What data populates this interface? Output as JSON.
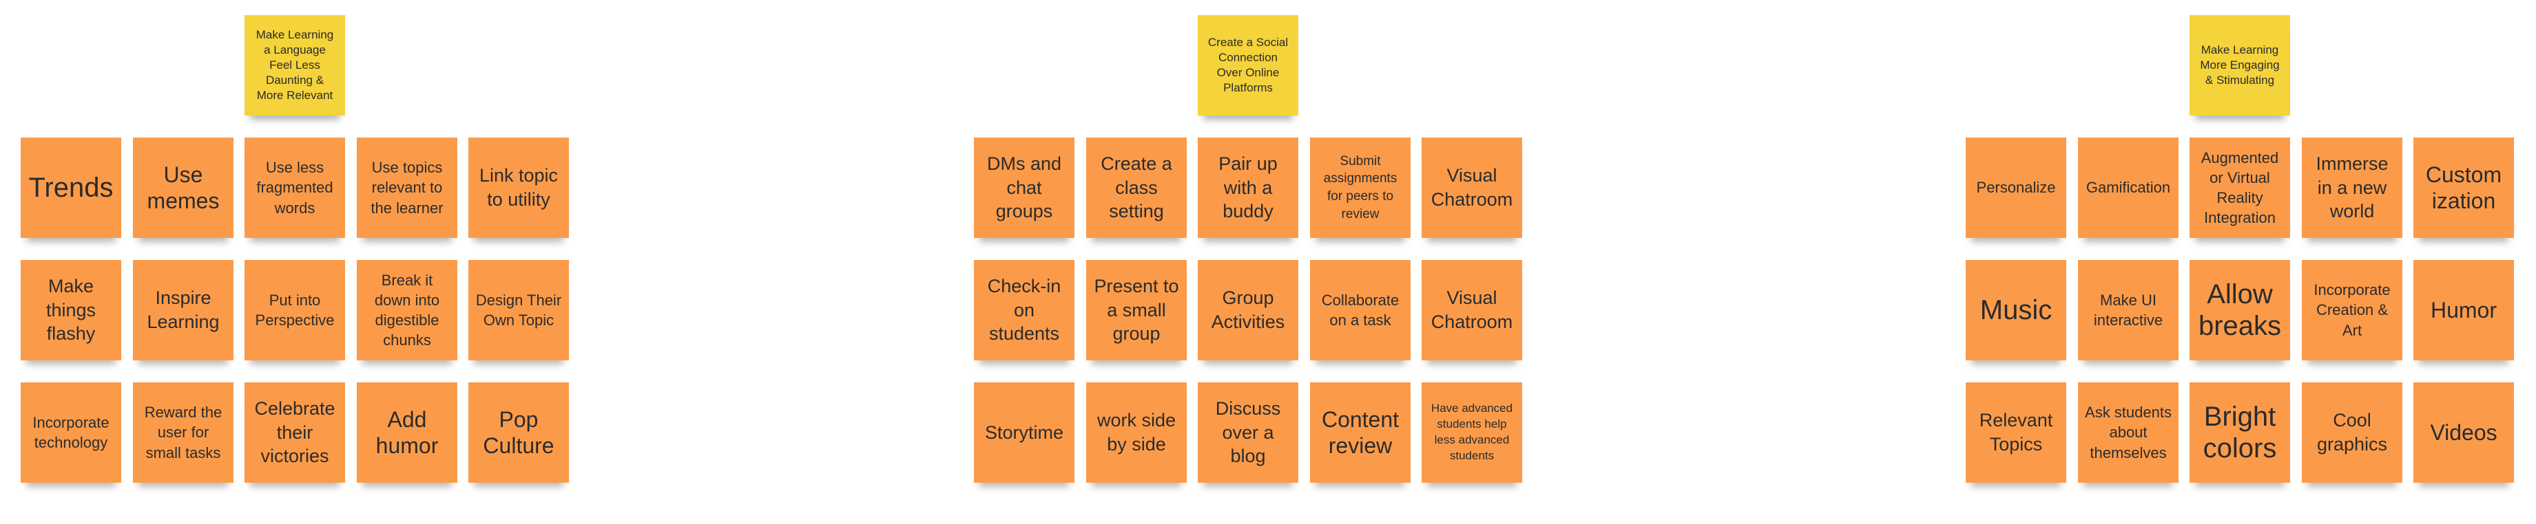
{
  "groups": [
    {
      "header": "Make Learning a Language Feel Less Daunting & More Relevant",
      "notes": [
        "Trends",
        "Use memes",
        "Use less fragmented words",
        "Use topics relevant to the learner",
        "Link topic to utility",
        "Make things flashy",
        "Inspire Learning",
        "Put into Perspective",
        "Break it down into digestible chunks",
        "Design Their Own Topic",
        "Incorporate technology",
        "Reward the user for small tasks",
        "Celebrate their victories",
        "Add humor",
        "Pop Culture"
      ]
    },
    {
      "header": "Create a Social Connection Over Online Platforms",
      "notes": [
        "DMs and chat groups",
        "Create a class setting",
        "Pair up with a buddy",
        "Submit assignments for peers to review",
        "Visual Chatroom",
        "Check-in on students",
        "Present to a small group",
        "Group Activities",
        "Collaborate on a task",
        "Visual Chatroom",
        "Storytime",
        "work side by side",
        "Discuss over a blog",
        "Content review",
        "Have advanced students help less advanced students"
      ]
    },
    {
      "header": "Make Learning More Engaging & Stimulating",
      "notes": [
        "Personalize",
        "Gamification",
        "Augmented or Virtual Reality Integration",
        "Immerse in a new world",
        "Custom ization",
        "Music",
        "Make UI interactive",
        "Allow breaks",
        "Incorporate Creation & Art",
        "Humor",
        "Relevant Topics",
        "Ask students about themselves",
        "Bright colors",
        "Cool graphics",
        "Videos"
      ]
    }
  ],
  "colors": {
    "header_note": "#f5d33a",
    "idea_note": "#fb9b4a",
    "text": "#2b2b2b",
    "background": "#ffffff"
  }
}
